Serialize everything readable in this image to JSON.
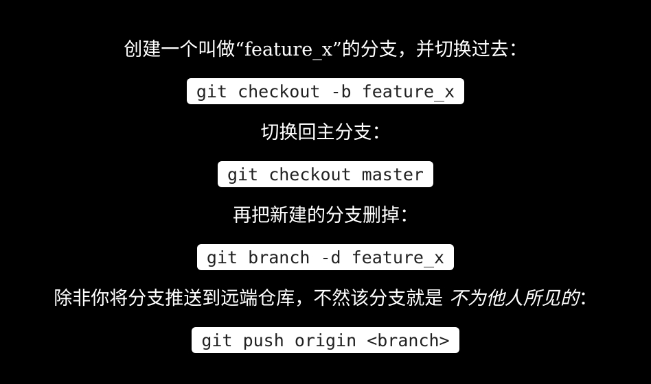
{
  "content": {
    "line1": {
      "before": "创建一个叫做“",
      "name": "feature_x",
      "after": "”的分支，并切换过去："
    },
    "code1": "git checkout -b feature_x",
    "line2": "切换回主分支：",
    "code2": "git checkout master",
    "line3": "再把新建的分支删掉：",
    "code3": "git branch -d feature_x",
    "line4": {
      "before": "除非你将分支推送到远端仓库，不然该分支就是 ",
      "emphasis": "不为他人所见的",
      "after": "："
    },
    "code4": "git push origin <branch>"
  },
  "colors": {
    "background": "#000000",
    "text": "#ffffff",
    "code_background": "#ffffff",
    "code_text": "#222222"
  }
}
